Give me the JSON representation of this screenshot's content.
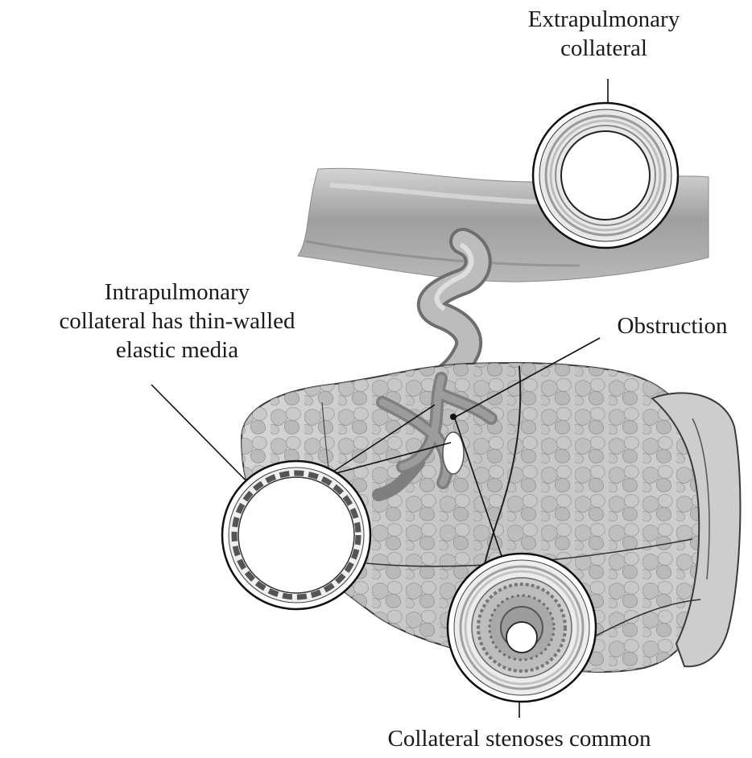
{
  "labels": {
    "extrapulmonary": [
      "Extrapulmonary",
      "collateral"
    ],
    "intrapulmonary": [
      "Intrapulmonary",
      "collateral has thin-walled",
      "elastic media"
    ],
    "obstruction": "Obstruction",
    "stenoses": "Collateral stenoses common"
  },
  "colors": {
    "ink": "#1a1a1a",
    "vessel_shade": "#9a9a9a",
    "lung_fill": "#c9c9c9",
    "lumen": "#ffffff"
  }
}
